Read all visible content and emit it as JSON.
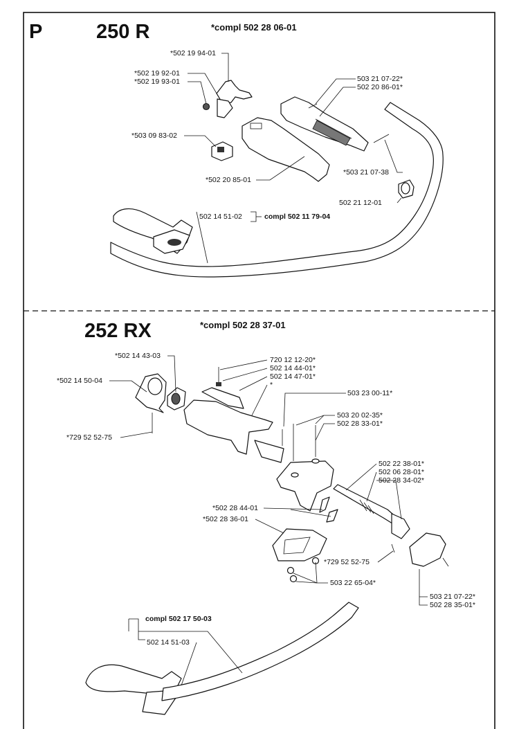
{
  "page_letter": "P",
  "top": {
    "model": "250 R",
    "compl": "*compl 502 28 06-01",
    "labels": {
      "l1": "*502 19 94-01",
      "l2": "*502 19 92-01",
      "l3": "*502 19 93-01",
      "l4": "503 21 07-22*",
      "l5": "502 20 86-01*",
      "l6": "*503 09 83-02",
      "l7": "*503 21 07-38",
      "l8": "*502 20 85-01",
      "l9": "502 21 12-01",
      "l10": "502 14 51-02",
      "l11": "compl 502 11 79-04"
    }
  },
  "bottom": {
    "model": "252 RX",
    "compl": "*compl 502 28 37-01",
    "labels": {
      "b1": "*502 14 43-03",
      "b2": "*502 14 50-04",
      "b3": "720 12 12-20*",
      "b4": "502 14 44-01*",
      "b5": "502 14 47-01*",
      "b6": "*",
      "b7": "503 23 00-11*",
      "b8": "503 20 02-35*",
      "b9": "502 28 33-01*",
      "b10": "*729 52 52-75",
      "b11": "502 22 38-01*",
      "b12": "502 06 28-01*",
      "b13": "502 28 34-02*",
      "b14": "*502 28 44-01",
      "b15": "*502 28 36-01",
      "b16": "*729 52 52-75",
      "b17": "503 22 65-04*",
      "b18": "503 21 07-22*",
      "b19": "502 28 35-01*",
      "b20": "compl 502 17 50-03",
      "b21": "502 14 51-03"
    }
  }
}
